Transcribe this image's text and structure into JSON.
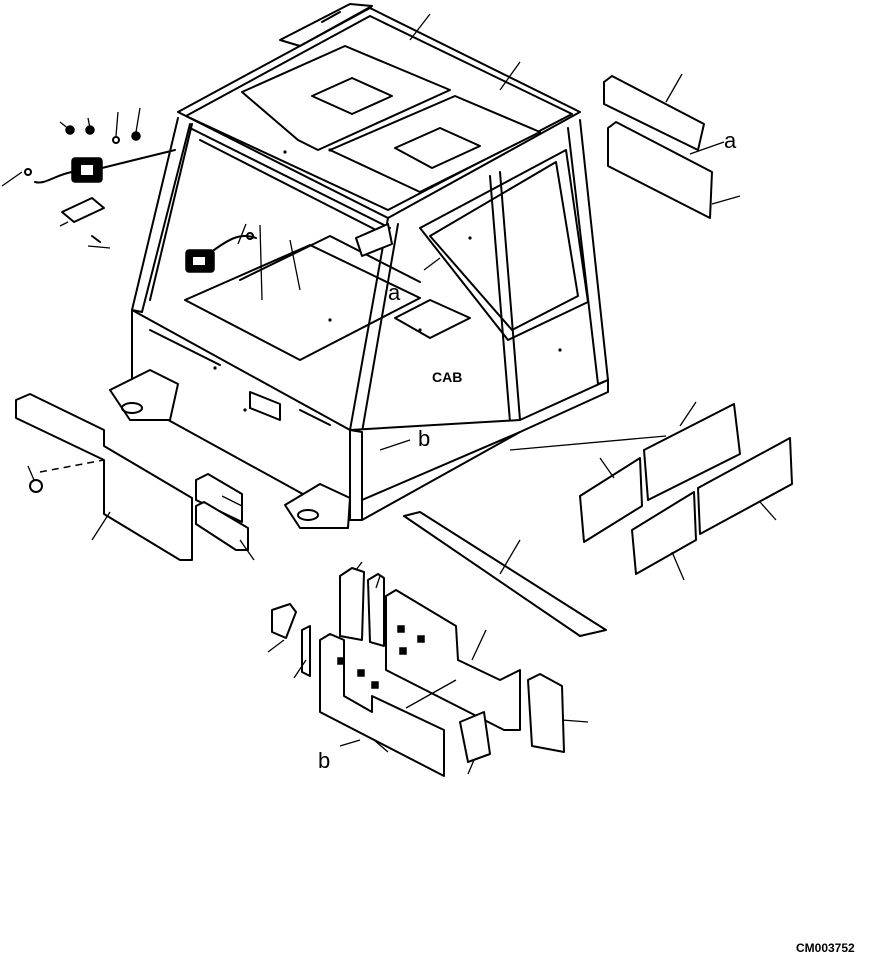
{
  "diagram": {
    "body_label": "CAB",
    "ref_a": "a",
    "ref_b": "b",
    "drawing_code": "CM003752"
  }
}
